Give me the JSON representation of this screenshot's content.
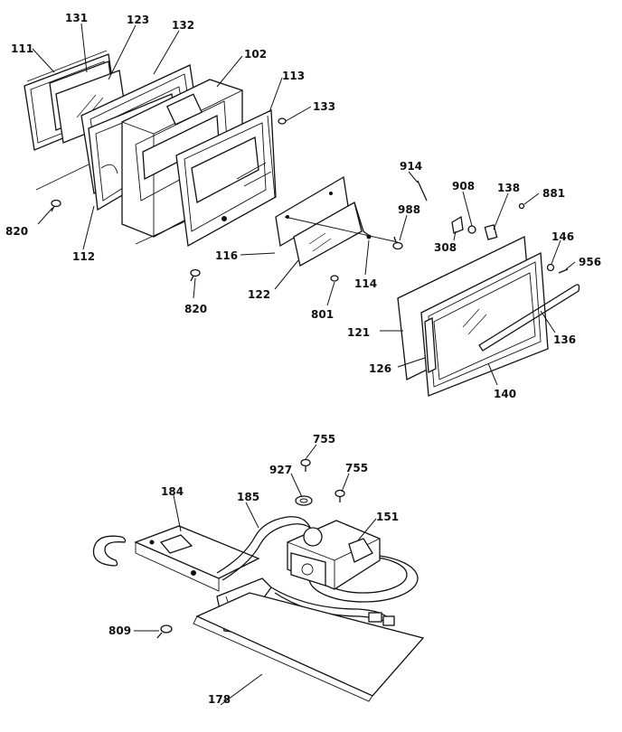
{
  "diagram": {
    "labels": {
      "p111": "111",
      "p131": "131",
      "p123": "123",
      "p132": "132",
      "p102": "102",
      "p113": "113",
      "p133": "133",
      "p820a": "820",
      "p112": "112",
      "p820b": "820",
      "p116": "116",
      "p122": "122",
      "p801": "801",
      "p114": "114",
      "p914": "914",
      "p908": "908",
      "p138": "138",
      "p881": "881",
      "p988": "988",
      "p308": "308",
      "p146": "146",
      "p956": "956",
      "p121": "121",
      "p136": "136",
      "p126": "126",
      "p140": "140",
      "p755a": "755",
      "p927": "927",
      "p755b": "755",
      "p184": "184",
      "p185": "185",
      "p151": "151",
      "p809": "809",
      "p178": "178"
    }
  }
}
